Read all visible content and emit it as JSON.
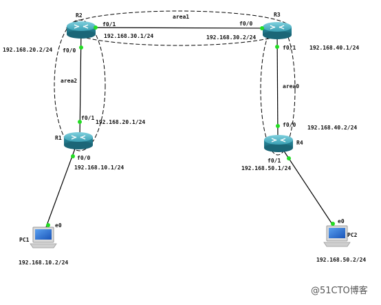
{
  "routers": [
    {
      "id": "r2",
      "name": "R2"
    },
    {
      "id": "r3",
      "name": "R3"
    },
    {
      "id": "r1",
      "name": "R1"
    },
    {
      "id": "r4",
      "name": "R4"
    }
  ],
  "pcs": [
    {
      "id": "pc1",
      "name": "PC1"
    },
    {
      "id": "pc2",
      "name": "PC2"
    }
  ],
  "areas": [
    "area1",
    "area2",
    "area0"
  ],
  "ports": {
    "r2_f01": "f0/1",
    "r2_f00": "f0/0",
    "r3_f00": "f0/0",
    "r3_f01": "f0/1",
    "r1_f01": "f0/1",
    "r1_f00": "f0/0",
    "r4_f00": "f0/0",
    "r4_f01": "f0/1",
    "pc1_e0": "e0",
    "pc2_e0": "e0"
  },
  "addresses": {
    "r2_f01": "192.168.30.1/24",
    "r3_f00": "192.168.30.2/24",
    "r2_f00": "192.168.20.2/24",
    "r3_f01": "192.168.40.1/24",
    "r1_f01": "192.168.20.1/24",
    "r4_f00": "192.168.40.2/24",
    "r1_f00": "192.168.10.1/24",
    "r4_f01": "192.168.50.1/24",
    "pc1": "192.168.10.2/24",
    "pc2": "192.168.50.2/24"
  },
  "watermark": "@51CTO博客",
  "colors": {
    "link": "#000000",
    "link_up_dot": "#22dd22",
    "router_body": "#2a8fa3",
    "router_top": "#5fb9c9",
    "monitor": "#d8d8d8",
    "screen": "#2a6fd4"
  }
}
